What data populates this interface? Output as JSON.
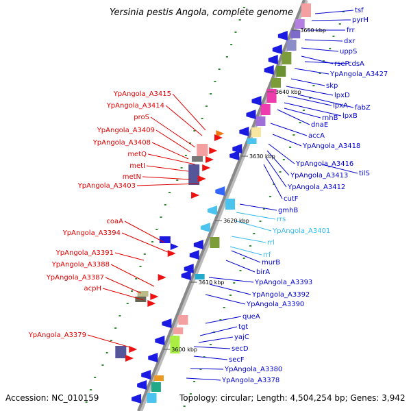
{
  "title": "Yersinia pestis Angola, complete genome",
  "accession_label": "Accession: NC_010159",
  "topology_label": "Topology: circular; Length: 4,504,254 bp; Genes: 3,942",
  "colors": {
    "left_label": "#dd0000",
    "right_label": "#0000cc",
    "rna_label": "#33bbee",
    "backbone": "#999999"
  },
  "kbp_marks": [
    "3650 kbp",
    "3640 kbp",
    "3630 kbp",
    "3620 kbp",
    "3610 kbp",
    "3600 kbp"
  ],
  "left_genes": [
    "YpAngola_A3415",
    "YpAngola_A3414",
    "proS",
    "YpAngola_A3409",
    "YpAngola_A3408",
    "metQ",
    "metI",
    "metN",
    "YpAngola_A3403",
    "coaA",
    "YpAngola_A3394",
    "YpAngola_A3391",
    "YpAngola_A3388",
    "YpAngola_A3387",
    "acpH",
    "YpAngola_A3379"
  ],
  "right_genes": [
    "tsf",
    "pyrH",
    "frr",
    "dxr",
    "uppS",
    "rseP",
    "cdsA",
    "YpAngola_A3427",
    "skp",
    "lpxD",
    "fabZ",
    "lpxA",
    "lpxB",
    "rnhB",
    "dnaE",
    "accA",
    "YpAngola_A3418",
    "YpAngola_A3416",
    "tilS",
    "YpAngola_A3413",
    "YpAngola_A3412",
    "cutF",
    "gmhB",
    "rrs",
    "YpAngola_A3401",
    "rrl",
    "rrf",
    "murB",
    "birA",
    "YpAngola_A3393",
    "YpAngola_A3392",
    "YpAngola_A3390",
    "queA",
    "tgt",
    "yajC",
    "secD",
    "secF",
    "YpAngola_A3380",
    "YpAngola_A3378"
  ],
  "rna_genes": [
    "rrs",
    "YpAngola_A3401",
    "rrl",
    "rrf"
  ]
}
